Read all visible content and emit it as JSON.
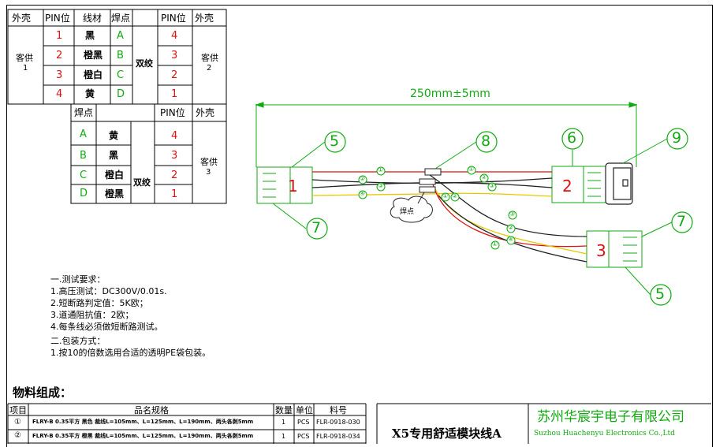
{
  "table1": {
    "headers": [
      "外壳",
      "PIN位",
      "线材",
      "焊点",
      "",
      "PIN位",
      "外壳"
    ],
    "left_shell": "客供",
    "left_shell_num": "1",
    "right_shell": "客供",
    "right_shell_num": "2",
    "twist": "双绞",
    "rows": [
      {
        "pin_l": "1",
        "wire": "黑",
        "pad": "A",
        "pin_r": "4"
      },
      {
        "pin_l": "2",
        "wire": "橙黑",
        "pad": "B",
        "pin_r": "3"
      },
      {
        "pin_l": "3",
        "wire": "橙白",
        "pad": "C",
        "pin_r": "2"
      },
      {
        "pin_l": "4",
        "wire": "黄",
        "pad": "D",
        "pin_r": "1"
      }
    ]
  },
  "table2": {
    "headers": [
      "焊点",
      "",
      "",
      "PIN位",
      "外壳"
    ],
    "shell": "客供",
    "shell_num": "3",
    "twist": "双绞",
    "rows": [
      {
        "pad": "A",
        "wire": "黄",
        "pin": "4"
      },
      {
        "pad": "B",
        "wire": "黑",
        "pin": "3"
      },
      {
        "pad": "C",
        "wire": "橙白",
        "pin": "2"
      },
      {
        "pad": "D",
        "wire": "橙黑",
        "pin": "1"
      }
    ]
  },
  "diagram": {
    "dimension": "250mm±5mm",
    "connector_labels": [
      "1",
      "2",
      "3"
    ],
    "balloons": [
      "5",
      "6",
      "7",
      "8",
      "9",
      "7",
      "5"
    ],
    "wire_marks": [
      "①",
      "②",
      "③",
      "④"
    ],
    "solder_label": "焊点"
  },
  "requirements": {
    "lines": [
      "一.测试要求：",
      "1.高压测试：DC300V/0.01s.",
      "2.短断路判定值：5K欧；",
      "3.道通阻抗值：2欧；",
      "4.每条线必须做短断路测试。",
      "二.包装方式：",
      "1.按10的倍数选用合适的透明PE袋包装。"
    ]
  },
  "bom": {
    "title": "物料组成：",
    "headers": [
      "项目",
      "品名规格",
      "数量",
      "单位",
      "料号"
    ],
    "rows": [
      {
        "item": "①",
        "spec": "FLRY-B 0.35平方 黑色 裁线L=105mm、L=125mm、L=190mm、两头各剥5mm",
        "qty": "1",
        "unit": "PCS",
        "pn": "FLR-0918-030"
      },
      {
        "item": "②",
        "spec": "FLRY-B 0.35平方 橙黑 裁线L=105mm、L=125mm、L=190mm、两头各剥5mm",
        "qty": "1",
        "unit": "PCS",
        "pn": "FLR-0918-034"
      }
    ]
  },
  "title_block": {
    "product": "X5专用舒适模块线A",
    "company_cn": "苏州华宸宇电子有限公司",
    "company_en": "Suzhou Huachenyu Electronics Co.,Ltd"
  },
  "colors": {
    "red": "#dd1111",
    "green": "#11aa11",
    "yellow": "#e8c800",
    "black": "#000000",
    "cyan": "#00aadd"
  }
}
